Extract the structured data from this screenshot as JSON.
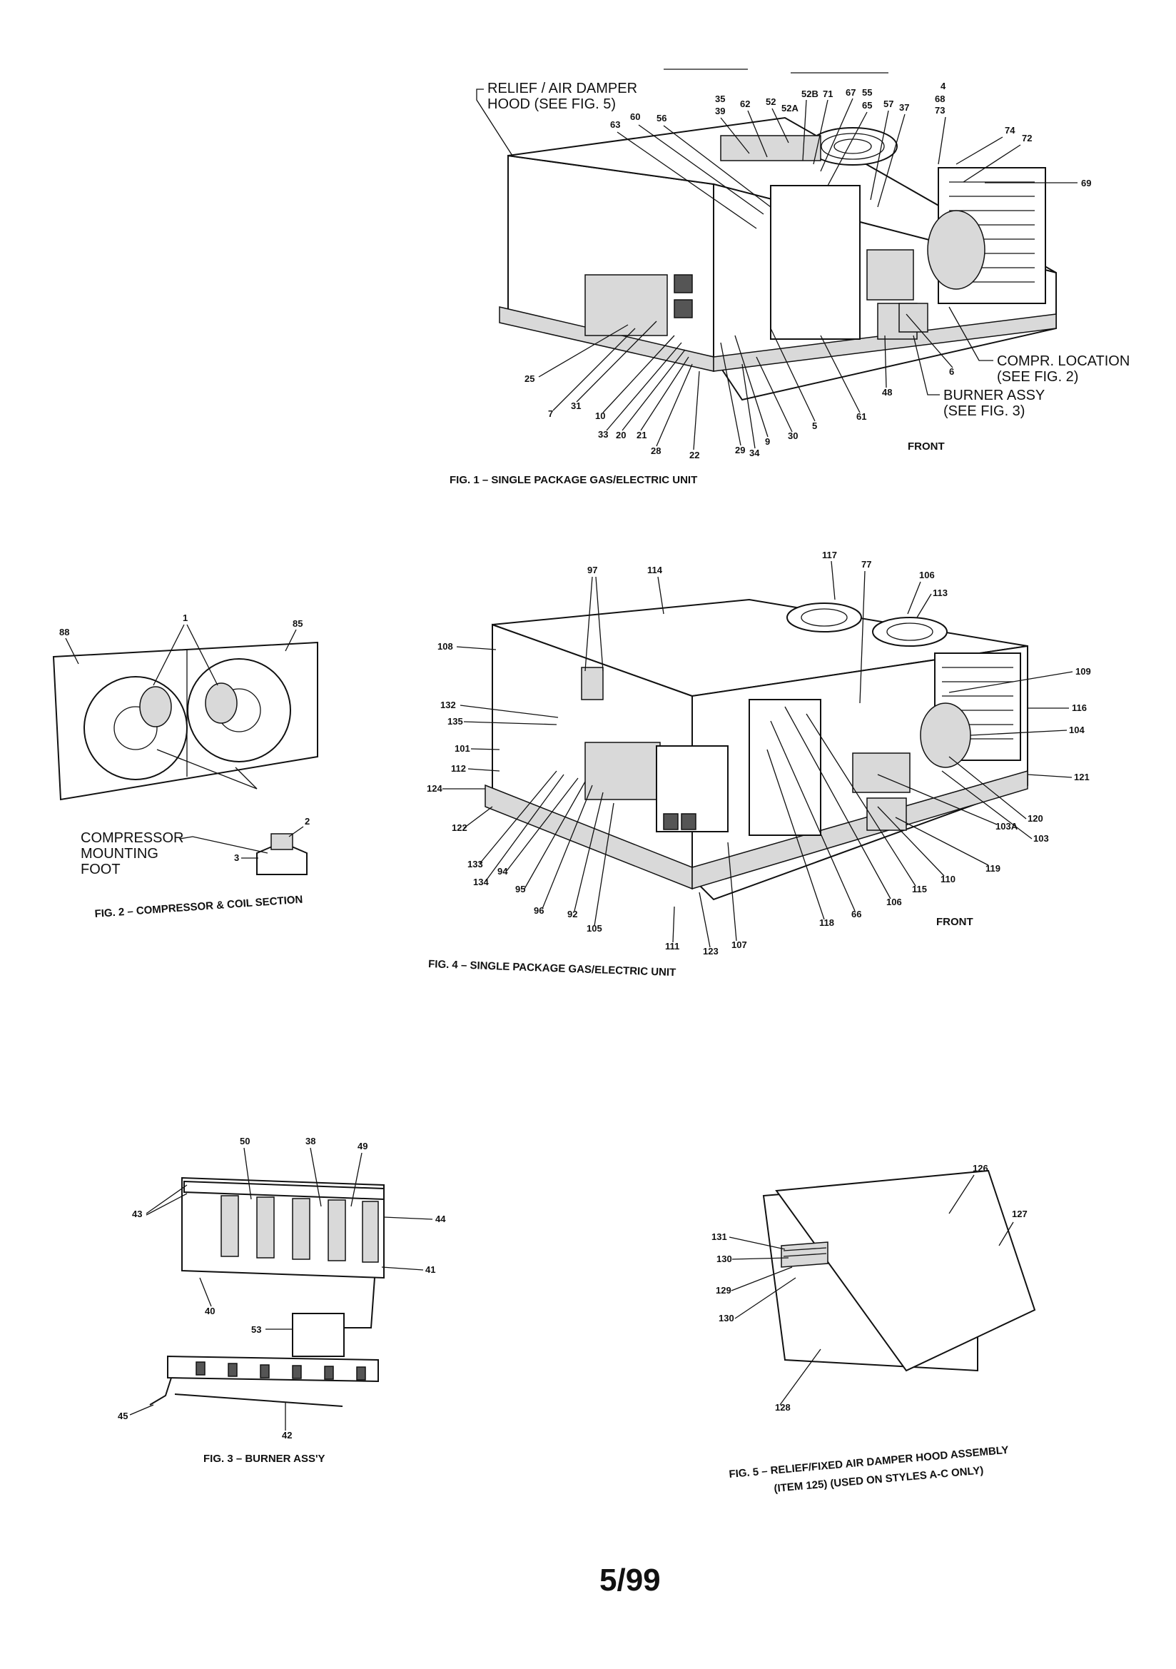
{
  "fig1": {
    "caption": "FIG. 1 – SINGLE PACKAGE GAS/ELECTRIC UNIT",
    "relief_l1": "RELIEF / AIR DAMPER",
    "relief_l2": "HOOD (SEE FIG. 5)",
    "compr_l1": "COMPR. LOCATION",
    "compr_l2": "(SEE FIG. 2)",
    "burner_l1": "BURNER ASSY",
    "burner_l2": "(SEE FIG. 3)",
    "front": "FRONT",
    "parts": {
      "p35": "35",
      "p39": "39",
      "p52b": "52B",
      "p71": "71",
      "p67": "67",
      "p55": "55",
      "p4": "4",
      "p68": "68",
      "p73": "73",
      "p62": "62",
      "p52": "52",
      "p52a": "52A",
      "p65": "65",
      "p57": "57",
      "p37": "37",
      "p60": "60",
      "p56": "56",
      "p63": "63",
      "p74": "74",
      "p72": "72",
      "p69": "69",
      "p25": "25",
      "p7": "7",
      "p31": "31",
      "p10": "10",
      "p33": "33",
      "p20": "20",
      "p21": "21",
      "p28": "28",
      "p22": "22",
      "p29": "29",
      "p9": "9",
      "p34": "34",
      "p30": "30",
      "p5": "5",
      "p61": "61",
      "p48": "48",
      "p6": "6"
    }
  },
  "fig2": {
    "caption": "FIG. 2 – COMPRESSOR & COIL SECTION",
    "mount_l1": "COMPRESSOR",
    "mount_l2": "MOUNTING",
    "mount_l3": "FOOT",
    "parts": {
      "p88": "88",
      "p1": "1",
      "p85": "85",
      "p2": "2",
      "p3": "3"
    }
  },
  "fig3": {
    "caption": "FIG. 3 – BURNER ASS'Y",
    "parts": {
      "p50": "50",
      "p38": "38",
      "p49": "49",
      "p43": "43",
      "p44": "44",
      "p41": "41",
      "p40": "40",
      "p53": "53",
      "p45": "45",
      "p42": "42"
    }
  },
  "fig4": {
    "caption": "FIG. 4 – SINGLE PACKAGE GAS/ELECTRIC UNIT",
    "front": "FRONT",
    "parts": {
      "p97": "97",
      "p114": "114",
      "p117": "117",
      "p77": "77",
      "p106a": "106",
      "p113": "113",
      "p108": "108",
      "p109": "109",
      "p132": "132",
      "p135": "135",
      "p116": "116",
      "p101": "101",
      "p104": "104",
      "p112": "112",
      "p121": "121",
      "p124": "124",
      "p122": "122",
      "p120": "120",
      "p103": "103",
      "p103a": "103A",
      "p133": "133",
      "p134": "134",
      "p94": "94",
      "p95": "95",
      "p96": "96",
      "p92": "92",
      "p105": "105",
      "p111": "111",
      "p123": "123",
      "p107": "107",
      "p118": "118",
      "p66": "66",
      "p106b": "106",
      "p115": "115",
      "p110": "110",
      "p119": "119"
    }
  },
  "fig5": {
    "caption_l1": "FIG. 5 – RELIEF/FIXED AIR DAMPER HOOD ASSEMBLY",
    "caption_l2": "(ITEM 125) (USED ON STYLES A-C ONLY)",
    "parts": {
      "p126": "126",
      "p127": "127",
      "p131": "131",
      "p130a": "130",
      "p129": "129",
      "p130b": "130",
      "p128": "128"
    }
  },
  "footer": {
    "date_code": "5/99"
  }
}
